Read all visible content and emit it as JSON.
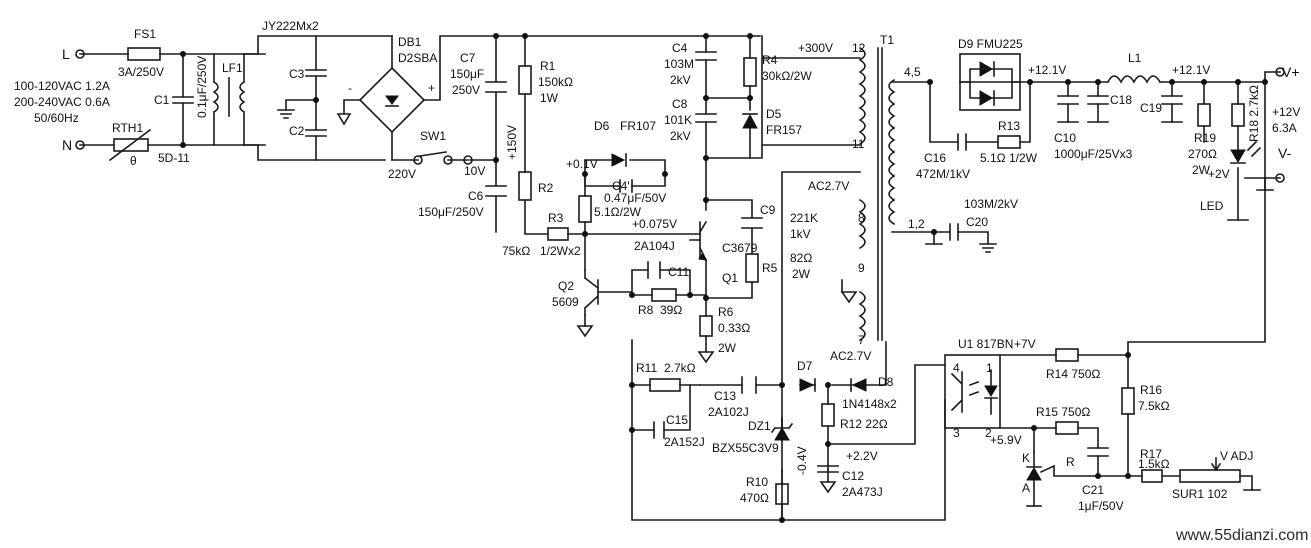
{
  "input": {
    "l": "L",
    "n": "N",
    "spec1": "100-120VAC  1.2A",
    "spec2": "200-240VAC  0.6A",
    "spec3": "50/60Hz"
  },
  "output": {
    "vplus": "V+",
    "vminus": "V-",
    "spec1": "+12V",
    "spec2": "6.3A"
  },
  "watermark": "www.55dianzi.com",
  "labels": [
    {
      "k": "fs1",
      "text": "FS1"
    },
    {
      "k": "fs1v",
      "text": "3A/250V"
    },
    {
      "k": "c1",
      "text": "C1"
    },
    {
      "k": "c1v",
      "text": "0.1μF/250V"
    },
    {
      "k": "lf1",
      "text": "LF1"
    },
    {
      "k": "jy",
      "text": "JY222Mx2"
    },
    {
      "k": "c3",
      "text": "C3"
    },
    {
      "k": "c2",
      "text": "C2"
    },
    {
      "k": "rth1",
      "text": "RTH1"
    },
    {
      "k": "theta",
      "text": "θ"
    },
    {
      "k": "rth1v",
      "text": "5D-11"
    },
    {
      "k": "db1",
      "text": "DB1"
    },
    {
      "k": "db1v",
      "text": "D2SBA"
    },
    {
      "k": "plus",
      "text": "+"
    },
    {
      "k": "minus",
      "text": "-"
    },
    {
      "k": "sw1",
      "text": "SW1"
    },
    {
      "k": "v220",
      "text": "220V"
    },
    {
      "k": "c7",
      "text": "C7"
    },
    {
      "k": "c7v",
      "text": "150μF"
    },
    {
      "k": "c7v2",
      "text": "250V"
    },
    {
      "k": "r1",
      "text": "R1"
    },
    {
      "k": "r1v",
      "text": "150kΩ"
    },
    {
      "k": "r1v2",
      "text": "1W"
    },
    {
      "k": "v150",
      "text": "+150V"
    },
    {
      "k": "v10",
      "text": "10V"
    },
    {
      "k": "c6",
      "text": "C6"
    },
    {
      "k": "c6v",
      "text": "150μF/250V"
    },
    {
      "k": "r2",
      "text": "R2"
    },
    {
      "k": "r3",
      "text": "R3"
    },
    {
      "k": "r3v",
      "text": "75kΩ"
    },
    {
      "k": "r3v2",
      "text": "1/2Wx2"
    },
    {
      "k": "c4",
      "text": "C4"
    },
    {
      "k": "c4v",
      "text": "103M"
    },
    {
      "k": "c4v2",
      "text": "2kV"
    },
    {
      "k": "c8",
      "text": "C8"
    },
    {
      "k": "c8v",
      "text": "101K"
    },
    {
      "k": "c8v2",
      "text": "2kV"
    },
    {
      "k": "r4",
      "text": "R4"
    },
    {
      "k": "r4v",
      "text": "30kΩ/2W"
    },
    {
      "k": "d5",
      "text": "D5"
    },
    {
      "k": "d5v",
      "text": "FR157"
    },
    {
      "k": "v300",
      "text": "+300V"
    },
    {
      "k": "t1",
      "text": "T1"
    },
    {
      "k": "p12",
      "text": "12"
    },
    {
      "k": "p11",
      "text": "11"
    },
    {
      "k": "d6",
      "text": "D6"
    },
    {
      "k": "d6v",
      "text": "FR107"
    },
    {
      "k": "v01",
      "text": "+0.1V"
    },
    {
      "k": "c4b",
      "text": "C4'"
    },
    {
      "k": "c4bv",
      "text": "0.47μF/50V"
    },
    {
      "k": "r51",
      "text": "5.1Ω/2W"
    },
    {
      "k": "v0075",
      "text": "+0.075V"
    },
    {
      "k": "ac27a",
      "text": "AC2.7V"
    },
    {
      "k": "c9",
      "text": "C9"
    },
    {
      "k": "c9v",
      "text": "221K"
    },
    {
      "k": "c9v2",
      "text": "1kV"
    },
    {
      "k": "p8",
      "text": "8"
    },
    {
      "k": "q1",
      "text": "Q1"
    },
    {
      "k": "q1v",
      "text": "C3679"
    },
    {
      "k": "c11v",
      "text": "2A104J"
    },
    {
      "k": "r5",
      "text": "R5"
    },
    {
      "k": "r5v",
      "text": "82Ω"
    },
    {
      "k": "r5v2",
      "text": "2W"
    },
    {
      "k": "p9",
      "text": "9"
    },
    {
      "k": "c11",
      "text": "C11"
    },
    {
      "k": "q2",
      "text": "Q2"
    },
    {
      "k": "q2v",
      "text": "5609"
    },
    {
      "k": "r8",
      "text": "R8"
    },
    {
      "k": "r8v",
      "text": "39Ω"
    },
    {
      "k": "r6",
      "text": "R6"
    },
    {
      "k": "r6v",
      "text": "0.33Ω"
    },
    {
      "k": "r6v2",
      "text": "2W"
    },
    {
      "k": "p7",
      "text": "7"
    },
    {
      "k": "ac27b",
      "text": "AC2.7V"
    },
    {
      "k": "r11",
      "text": "R11"
    },
    {
      "k": "r11v",
      "text": "2.7kΩ"
    },
    {
      "k": "c13",
      "text": "C13"
    },
    {
      "k": "c13v",
      "text": "2A102J"
    },
    {
      "k": "d7",
      "text": "D7"
    },
    {
      "k": "d8",
      "text": "D8"
    },
    {
      "k": "d8v",
      "text": "1N4148x2"
    },
    {
      "k": "c15",
      "text": "C15"
    },
    {
      "k": "c15v",
      "text": "2A152J"
    },
    {
      "k": "dz1",
      "text": "DZ1"
    },
    {
      "k": "dz1v",
      "text": "BZX55C3V9"
    },
    {
      "k": "r12",
      "text": "R12  22Ω"
    },
    {
      "k": "v22",
      "text": "+2.2V"
    },
    {
      "k": "c12",
      "text": "C12"
    },
    {
      "k": "c12v",
      "text": "2A473J"
    },
    {
      "k": "vm04",
      "text": "-0.4V"
    },
    {
      "k": "r10",
      "text": "R10"
    },
    {
      "k": "r10v",
      "text": "470Ω"
    },
    {
      "k": "p45",
      "text": "4,5"
    },
    {
      "k": "d9",
      "text": "D9  FMU225"
    },
    {
      "k": "v121a",
      "text": "+12.1V"
    },
    {
      "k": "l1",
      "text": "L1"
    },
    {
      "k": "v121b",
      "text": "+12.1V"
    },
    {
      "k": "c16",
      "text": "C16"
    },
    {
      "k": "c16v",
      "text": "472M/1kV"
    },
    {
      "k": "r13",
      "text": "R13"
    },
    {
      "k": "r13v",
      "text": "5.1Ω  1/2W"
    },
    {
      "k": "c10",
      "text": "C10"
    },
    {
      "k": "c10v",
      "text": "1000μF/25Vx3"
    },
    {
      "k": "c18",
      "text": "C18"
    },
    {
      "k": "c19",
      "text": "C19"
    },
    {
      "k": "r19",
      "text": "R19"
    },
    {
      "k": "r19v",
      "text": "270Ω"
    },
    {
      "k": "r19v2",
      "text": "2W"
    },
    {
      "k": "r18",
      "text": "R18  2.7kΩ"
    },
    {
      "k": "v2",
      "text": "+2V"
    },
    {
      "k": "led",
      "text": "LED"
    },
    {
      "k": "c20v",
      "text": "103M/2kV"
    },
    {
      "k": "p12b",
      "text": "1,2"
    },
    {
      "k": "c20",
      "text": "C20"
    },
    {
      "k": "u1",
      "text": "U1  817BN"
    },
    {
      "k": "v7",
      "text": "+7V"
    },
    {
      "k": "pin4",
      "text": "4"
    },
    {
      "k": "pin1",
      "text": "1"
    },
    {
      "k": "pin3",
      "text": "3"
    },
    {
      "k": "pin2",
      "text": "2"
    },
    {
      "k": "r14",
      "text": "R14  750Ω"
    },
    {
      "k": "r16",
      "text": "R16"
    },
    {
      "k": "r16v",
      "text": "7.5kΩ"
    },
    {
      "k": "r15",
      "text": "R15  750Ω"
    },
    {
      "k": "v59",
      "text": "+5.9V"
    },
    {
      "k": "kk",
      "text": "K"
    },
    {
      "k": "rr",
      "text": "R"
    },
    {
      "k": "aa",
      "text": "A"
    },
    {
      "k": "c21",
      "text": "C21"
    },
    {
      "k": "c21v",
      "text": "1μF/50V"
    },
    {
      "k": "r17",
      "text": "R17"
    },
    {
      "k": "r17v",
      "text": "1.5kΩ"
    },
    {
      "k": "vadj",
      "text": "V  ADJ"
    },
    {
      "k": "sur1",
      "text": "SUR1  102"
    }
  ]
}
